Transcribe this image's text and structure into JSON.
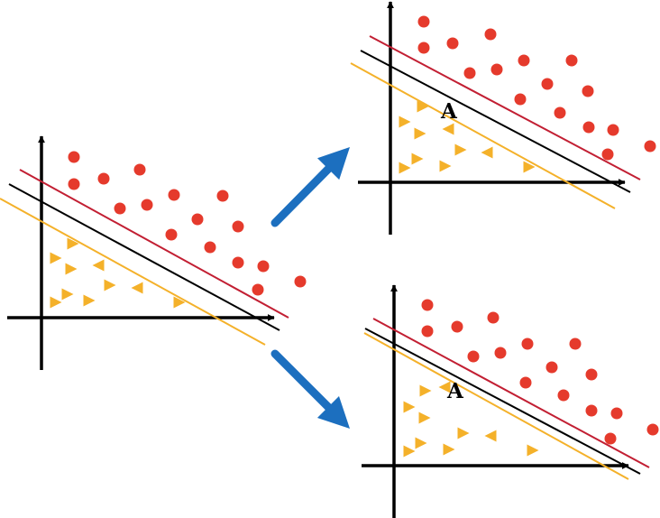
{
  "colors": {
    "background": "#ffffff",
    "axis": "#000000",
    "circle_class": "#e53a2c",
    "triangle_class": "#f4b12a",
    "margin_upper": "#c21f33",
    "separator": "#000000",
    "margin_lower": "#f4b12a",
    "arrow": "#1c6fbf"
  },
  "icons": {
    "circle_marker": "red-circle-icon",
    "triangle_marker": "orange-triangle-icon",
    "transition_arrow": "blue-arrow-icon"
  },
  "panels": [
    {
      "id": "original",
      "point_label": ""
    },
    {
      "id": "top-right",
      "point_label": "A"
    },
    {
      "id": "bottom-right",
      "point_label": "A"
    }
  ]
}
